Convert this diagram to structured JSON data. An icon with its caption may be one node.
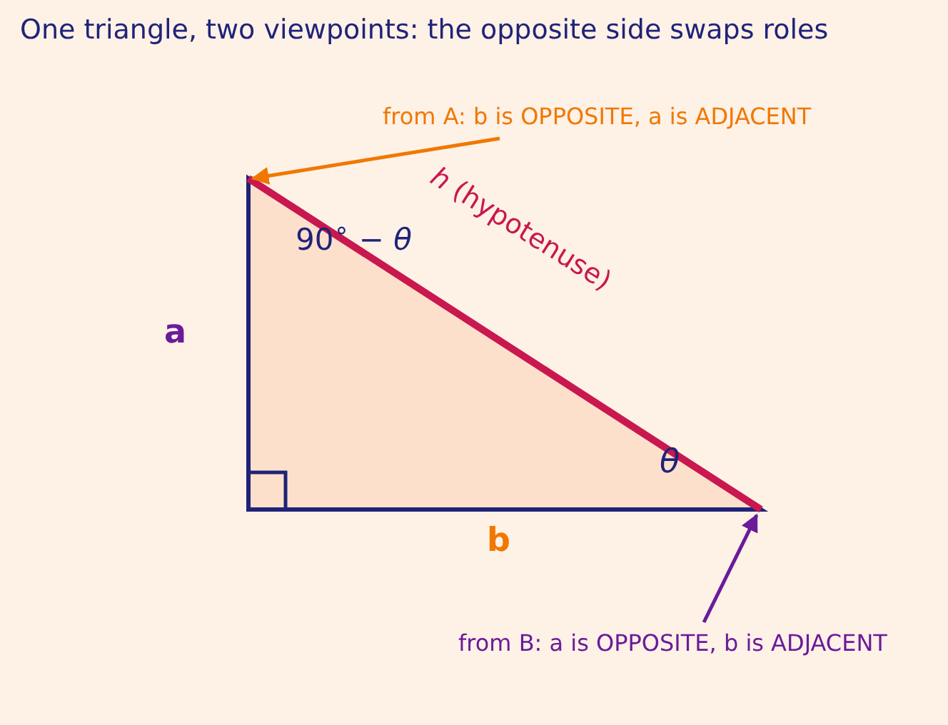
{
  "diagram": {
    "title": "One triangle, two viewpoints: the opposite side swaps roles",
    "nodes": [
      {
        "text": [
          "from A: b is OPPOSITE, a is ADJACENT"
        ]
      },
      {
        "text": [
          "from B: a is OPPOSITE, b is ADJACENT"
        ]
      }
    ],
    "edges": [
      {
        "from": 0,
        "to": null,
        "arrow": "to",
        "color": "#f07800"
      },
      {
        "from": 1,
        "to": null,
        "arrow": "to",
        "color": "#6a1b9a"
      }
    ],
    "labels": [
      "*h*  (hypotenuse)",
      "90$^{∘}$ − *θ*",
      "a",
      "*θ*",
      "b"
    ]
  }
}
